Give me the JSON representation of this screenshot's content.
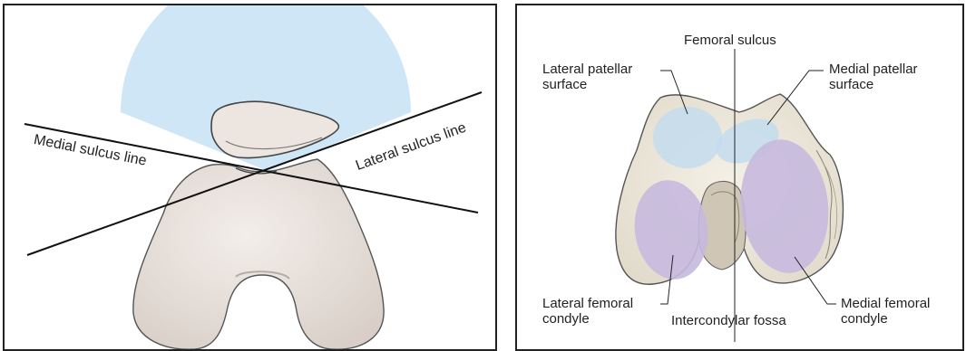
{
  "left_panel": {
    "medial_sulcus_line_label": "Medial sulcus line",
    "lateral_sulcus_line_label": "Lateral sulcus line"
  },
  "right_panel": {
    "femoral_sulcus_label": "Femoral sulcus",
    "lateral_patellar_surface_label": [
      "Lateral patellar",
      "surface"
    ],
    "medial_patellar_surface_label": [
      "Medial patellar",
      "surface"
    ],
    "lateral_femoral_condyle_label": [
      "Lateral femoral",
      "condyle"
    ],
    "intercondylar_fossa_label": "Intercondylar fossa",
    "medial_femoral_condyle_label": [
      "Medial femoral",
      "condyle"
    ]
  },
  "colors": {
    "sulcus_angle_fill": "#cfe6f7",
    "bone": "#e9e1dc",
    "bone_outline": "#555555",
    "patellar_surface": "#c3dced",
    "condyle_surface": "#c7b9de"
  }
}
